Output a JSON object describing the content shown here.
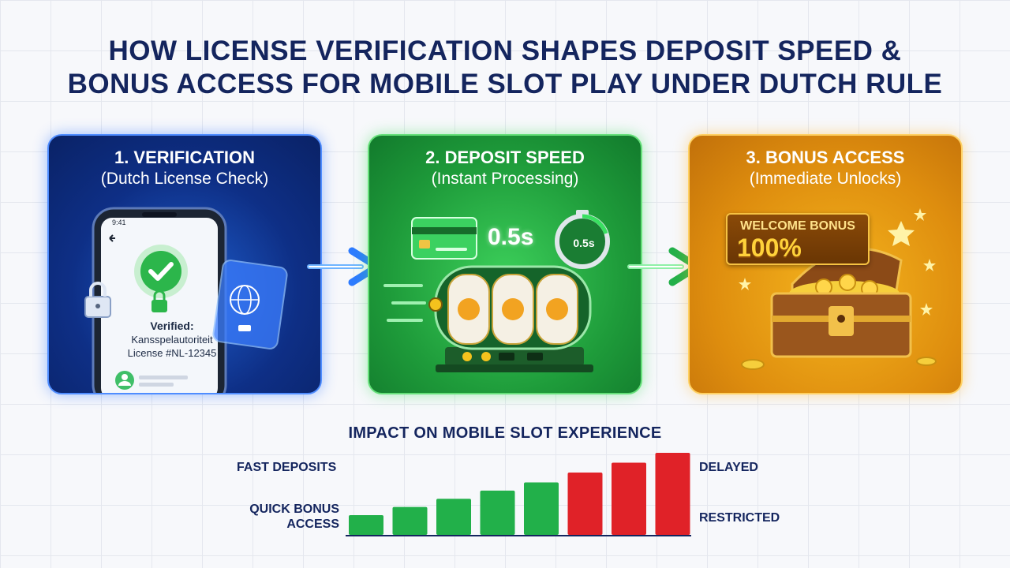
{
  "title": {
    "line1": "HOW LICENSE VERIFICATION SHAPES DEPOSIT SPEED &",
    "line2": "BONUS ACCESS FOR MOBILE SLOT PLAY UNDER DUTCH RULE"
  },
  "panels": [
    {
      "heading": "1. VERIFICATION",
      "subheading": "(Dutch License Check)",
      "color": "#0e2f86",
      "phone": {
        "verified": "Verified:",
        "authority": "Kansspelautoriteit",
        "license": "License #NL-12345"
      }
    },
    {
      "heading": "2. DEPOSIT SPEED",
      "subheading": "(Instant Processing)",
      "color": "#1e9b3a",
      "speed": "0.5s",
      "timer": "0.5s"
    },
    {
      "heading": "3. BONUS ACCESS",
      "subheading": "(Immediate Unlocks)",
      "color": "#de8d0e",
      "banner_line1": "WELCOME BONUS",
      "banner_line2": "100%"
    }
  ],
  "icons": [
    "back-arrow-icon",
    "check-icon",
    "padlock-icon",
    "globe-icon",
    "user-icon",
    "credit-card-icon",
    "stopwatch-icon",
    "slot-machine-icon",
    "treasure-chest-icon",
    "star-icon",
    "arrow-right-icon"
  ],
  "chart_data": {
    "type": "bar",
    "title": "IMPACT ON MOBILE SLOT EXPERIENCE",
    "values": [
      24,
      34,
      44,
      54,
      64,
      76,
      88,
      100
    ],
    "colors": [
      "#22b04a",
      "#22b04a",
      "#22b04a",
      "#22b04a",
      "#22b04a",
      "#e02228",
      "#e02228",
      "#e02228"
    ],
    "left_labels": [
      "FAST DEPOSITS",
      "QUICK BONUS ACCESS"
    ],
    "right_labels": [
      "DELAYED",
      "RESTRICTED"
    ],
    "grid": false
  }
}
